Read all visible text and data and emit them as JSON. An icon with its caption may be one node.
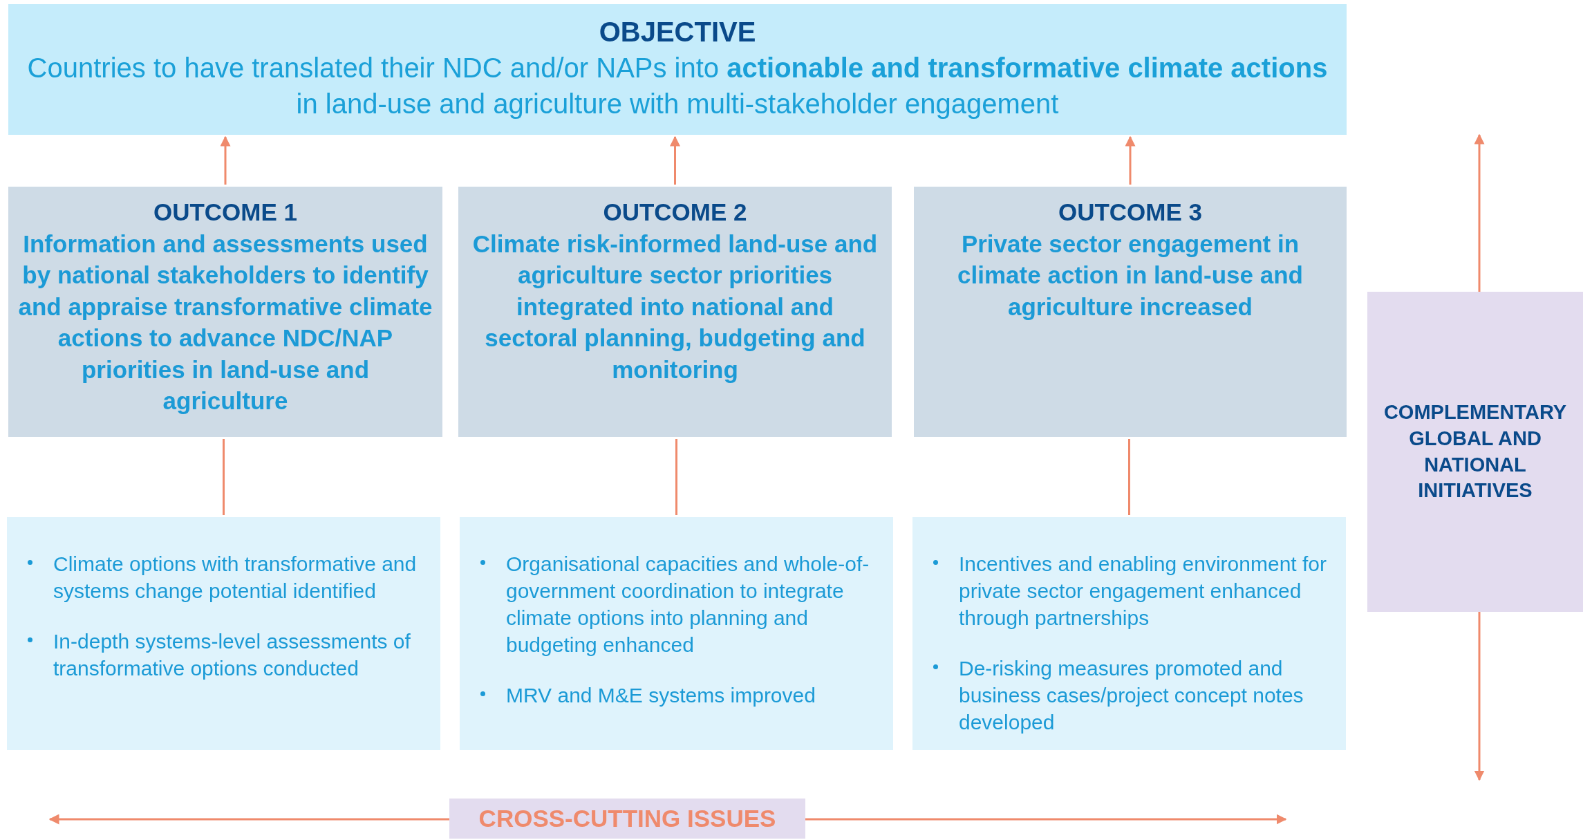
{
  "diagram": {
    "nodes": [
      {
        "text": [
          "OBJECTIVE",
          "Countries to have translated their NDC and/or NAPs into **actionable and transformative climate actions** in land-use and agriculture with multi-stakeholder engagement"
        ]
      },
      {
        "text": [
          "OUTCOME 1",
          "Information and assessments used by national stakeholders to identify and appraise transformative climate actions to advance NDC/NAP priorities in land-use and agriculture"
        ]
      },
      {
        "text": [
          "OUTCOME 2",
          "Climate risk-informed land-use and agriculture sector priorities integrated into national and sectoral planning, budgeting and monitoring"
        ]
      },
      {
        "text": [
          "OUTCOME 3",
          "Private sector engagement in climate action in land-use and agriculture increased"
        ]
      },
      {
        "text": [
          "Climate options with transformative and systems change potential identified",
          "In-depth systems-level assessments of transformative options conducted"
        ]
      },
      {
        "text": [
          "Organisational capacities and whole-of-government coordination to integrate climate options into planning and budgeting enhanced",
          "MRV and M&E systems improved"
        ]
      },
      {
        "text": [
          "Incentives and enabling environment for private sector engagement enhanced through partnerships",
          "De-risking measures promoted and business cases/project concept notes developed"
        ]
      },
      {
        "text": [
          "COMPLEMENTARY GLOBAL AND NATIONAL INITIATIVES"
        ]
      },
      {
        "text": [
          "CROSS-CUTTING ISSUES"
        ]
      }
    ],
    "edges": [
      {
        "from": 1,
        "to": 0,
        "arrow": "to"
      },
      {
        "from": 2,
        "to": 0,
        "arrow": "to"
      },
      {
        "from": 3,
        "to": 0,
        "arrow": "to"
      },
      {
        "from": 4,
        "to": 1,
        "arrow": "none"
      },
      {
        "from": 5,
        "to": 2,
        "arrow": "none"
      },
      {
        "from": 6,
        "to": 3,
        "arrow": "none"
      },
      {
        "from": 7,
        "to": null,
        "arrow": "to"
      },
      {
        "from": 7,
        "to": null,
        "arrow": "to"
      },
      {
        "from": 8,
        "to": null,
        "arrow": "to"
      },
      {
        "from": 8,
        "to": null,
        "arrow": "to"
      }
    ]
  }
}
